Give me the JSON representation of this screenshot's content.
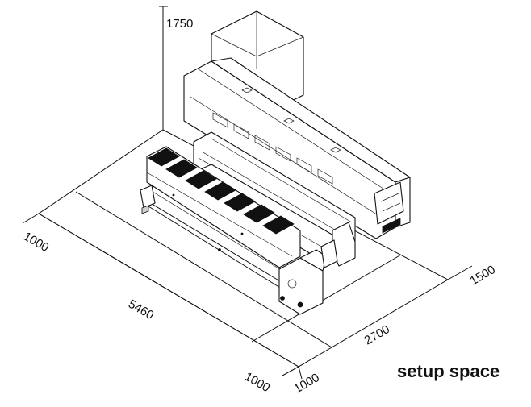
{
  "diagram": {
    "caption": "setup space",
    "dimensions": {
      "height": "1750",
      "left_clearance": "1000",
      "length": "5460",
      "front_clearance_left": "1000",
      "front_clearance_right": "1000",
      "depth": "2700",
      "rear_clearance": "1500"
    }
  }
}
